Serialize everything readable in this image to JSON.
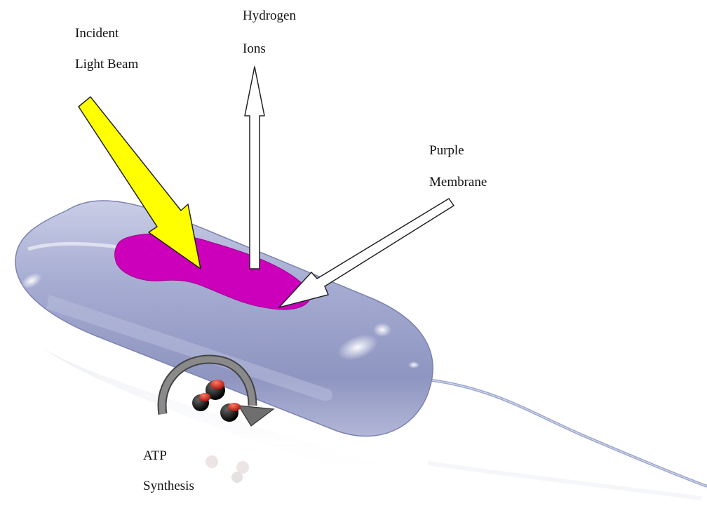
{
  "labels": {
    "incident_light": [
      "Incident",
      "Light Beam"
    ],
    "hydrogen_ions": [
      "Hydrogen",
      "Ions"
    ],
    "purple_membrane": [
      "Purple",
      "Membrane"
    ],
    "atp_synthesis": [
      "ATP",
      "Synthesis"
    ]
  },
  "colors": {
    "cell_body": "#a5acd0",
    "purple_membrane": "#cc00bb",
    "light_arrow": "#ffff00",
    "rotation_arrow": "#6e6e6e",
    "flagellum": "#9aa4cc"
  },
  "icons": [
    "light-beam-arrow",
    "hydrogen-ion-arrow",
    "membrane-pointer-arrow",
    "rotation-arrow",
    "atp-synthase-molecule"
  ]
}
